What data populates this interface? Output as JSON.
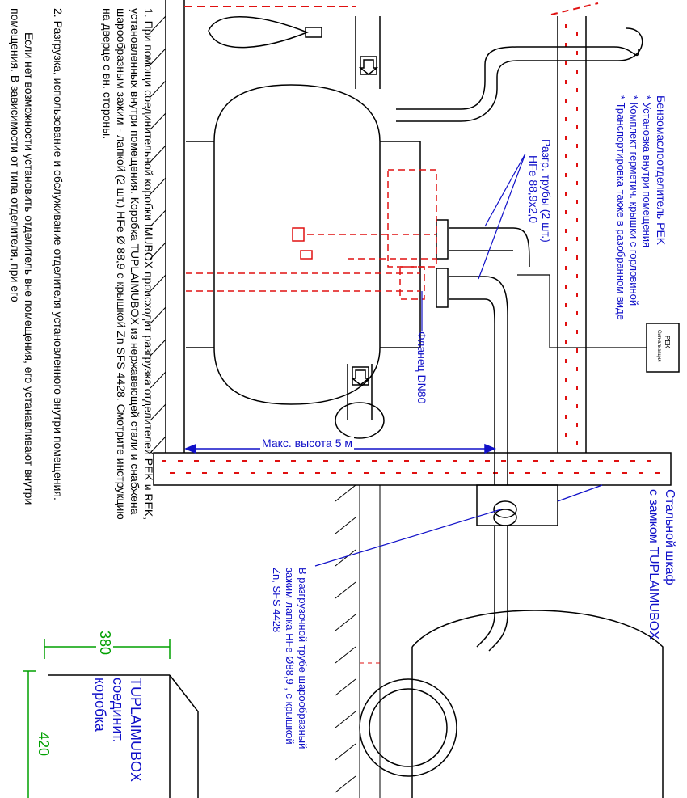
{
  "instructions": {
    "p1": "1.  При помощи соединительной коробки IMUBOX происходит разгрузка отделителей PEK и REK, установленных внутри помещения. Коробка TUPLAIMUBOX из нержавеющей стали и снабжена шарообразным зажим - лапкой (2 шт.) HFe Ø 88,9 с крышкой Zn SFS 4428. Смотрите инструкцию на дверце с вн. стороны.",
    "p2": "2.  Разгрузка, использование и обслуживание отделителя установленного внутри помещения.",
    "p3": "Если нет возможности установить отделитель вне помещения, его устанавливают внутри помещения. В зависимости от типа отделителя, при его"
  },
  "product_note": {
    "title": "Бензомаслоотделитель PEK",
    "items": [
      "* Установка внутри помещения",
      "* Комплект герметич. крышки с горловиной",
      "* Транспортировка также в разобранном виде"
    ]
  },
  "labels": {
    "discharge_pipes_1": "Разгр. трубы (2 шт.)",
    "discharge_pipes_2": "HFe 88,9x2,0",
    "flange": "Фланец DN80",
    "max_height": "Макс. высота 5 м",
    "steel_cabinet_1": "Стальной шкаф",
    "steel_cabinet_2": "с замком TUPLAIMUBOX",
    "clamp_note_1": "В разгрузочной трубе шарообразный",
    "clamp_note_2": "зажим-лапка  HFe Ø88,9 , с крышкой",
    "clamp_note_3": "Zn, SFS 4428",
    "alarm_1": "PEK",
    "alarm_2": "Сигнализация"
  },
  "box": {
    "line1": "TUPLAIMUBOX",
    "line2": "соединит.",
    "line3": "коробка",
    "dim_width": "380",
    "dim_height": "420"
  },
  "colors": {
    "text_blue": "#1010c8",
    "dimension_green": "#00a000",
    "hidden_red": "#e01010",
    "outline_black": "#000000"
  }
}
